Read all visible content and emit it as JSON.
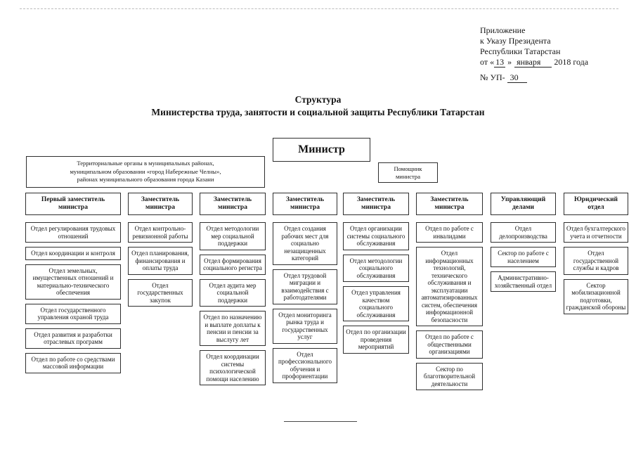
{
  "colors": {
    "paper": "#ffffff",
    "ink": "#151515"
  },
  "annotation": {
    "line1": "Приложение",
    "line2": "к Указу Президента",
    "line3": "Республики Татарстан",
    "date": {
      "prefix": "от «",
      "day": "13",
      "close_quote": "»",
      "month": "января",
      "suffix": "2018 года"
    },
    "number": {
      "prefix": "№ УП-",
      "value": "30"
    }
  },
  "title": {
    "line1": "Структура",
    "line2": "Министерства труда, занятости и социальной защиты Республики Татарстан"
  },
  "minister_label": "Министр",
  "assistant_label": "Помощник министра",
  "territorial_label": "Территориальные органы в муниципальных районах, муниципальном образовании «город Набережные Челны», районах муниципального образования города Казани",
  "columns": [
    {
      "head": "Первый заместитель министра",
      "items": [
        "Отдел регулирования трудовых отношений",
        "Отдел координации и контроля",
        "Отдел земельных, имущественных отношений и материально-технического обеспечения",
        "Отдел государственного управления охраной труда",
        "Отдел развития и разработки отраслевых программ",
        "Отдел по работе со средствами массовой информации"
      ]
    },
    {
      "head": "Заместитель министра",
      "items": [
        "Отдел контрольно-ревизионной работы",
        "Отдел планирования, финансирования и оплаты труда",
        "Отдел государственных закупок"
      ]
    },
    {
      "head": "Заместитель министра",
      "items": [
        "Отдел методологии мер социальной поддержки",
        "Отдел формирования социального регистра",
        "Отдел аудита мер социальной поддержки",
        "Отдел по назначению и выплате доплаты к пенсии и пенсии за выслугу лет",
        "Отдел координации системы психологической помощи населению"
      ]
    },
    {
      "head": "Заместитель министра",
      "items": [
        "Отдел создания рабочих мест для социально незащищенных категорий",
        "Отдел трудовой миграции и взаимодействия с работодателями",
        "Отдел мониторинга рынка труда и государственных услуг",
        "Отдел профессионального обучения и профориентации"
      ]
    },
    {
      "head": "Заместитель министра",
      "items": [
        "Отдел организации системы социального обслуживания",
        "Отдел методологии социального обслуживания",
        "Отдел управления качеством социального обслуживания",
        "Отдел по организации проведения мероприятий"
      ]
    },
    {
      "head": "Заместитель министра",
      "items": [
        "Отдел по работе с инвалидами",
        "Отдел информационных технологий, технического обслуживания и эксплуатации автоматизированных систем, обеспечения информационной безопасности",
        "Отдел по работе с общественными организациями",
        "Сектор по благотворительной деятельности"
      ]
    },
    {
      "head": "Управляющий делами",
      "items": [
        "Отдел делопроизводства",
        "Сектор по работе с населением",
        "Административно-хозяйственный отдел"
      ]
    },
    {
      "head": "Юридический отдел",
      "items": [
        "Отдел бухгалтерского учета и отчетности",
        "Отдел государственной службы и кадров",
        "Сектор мобилизационной подготовки, гражданской обороны"
      ]
    }
  ]
}
